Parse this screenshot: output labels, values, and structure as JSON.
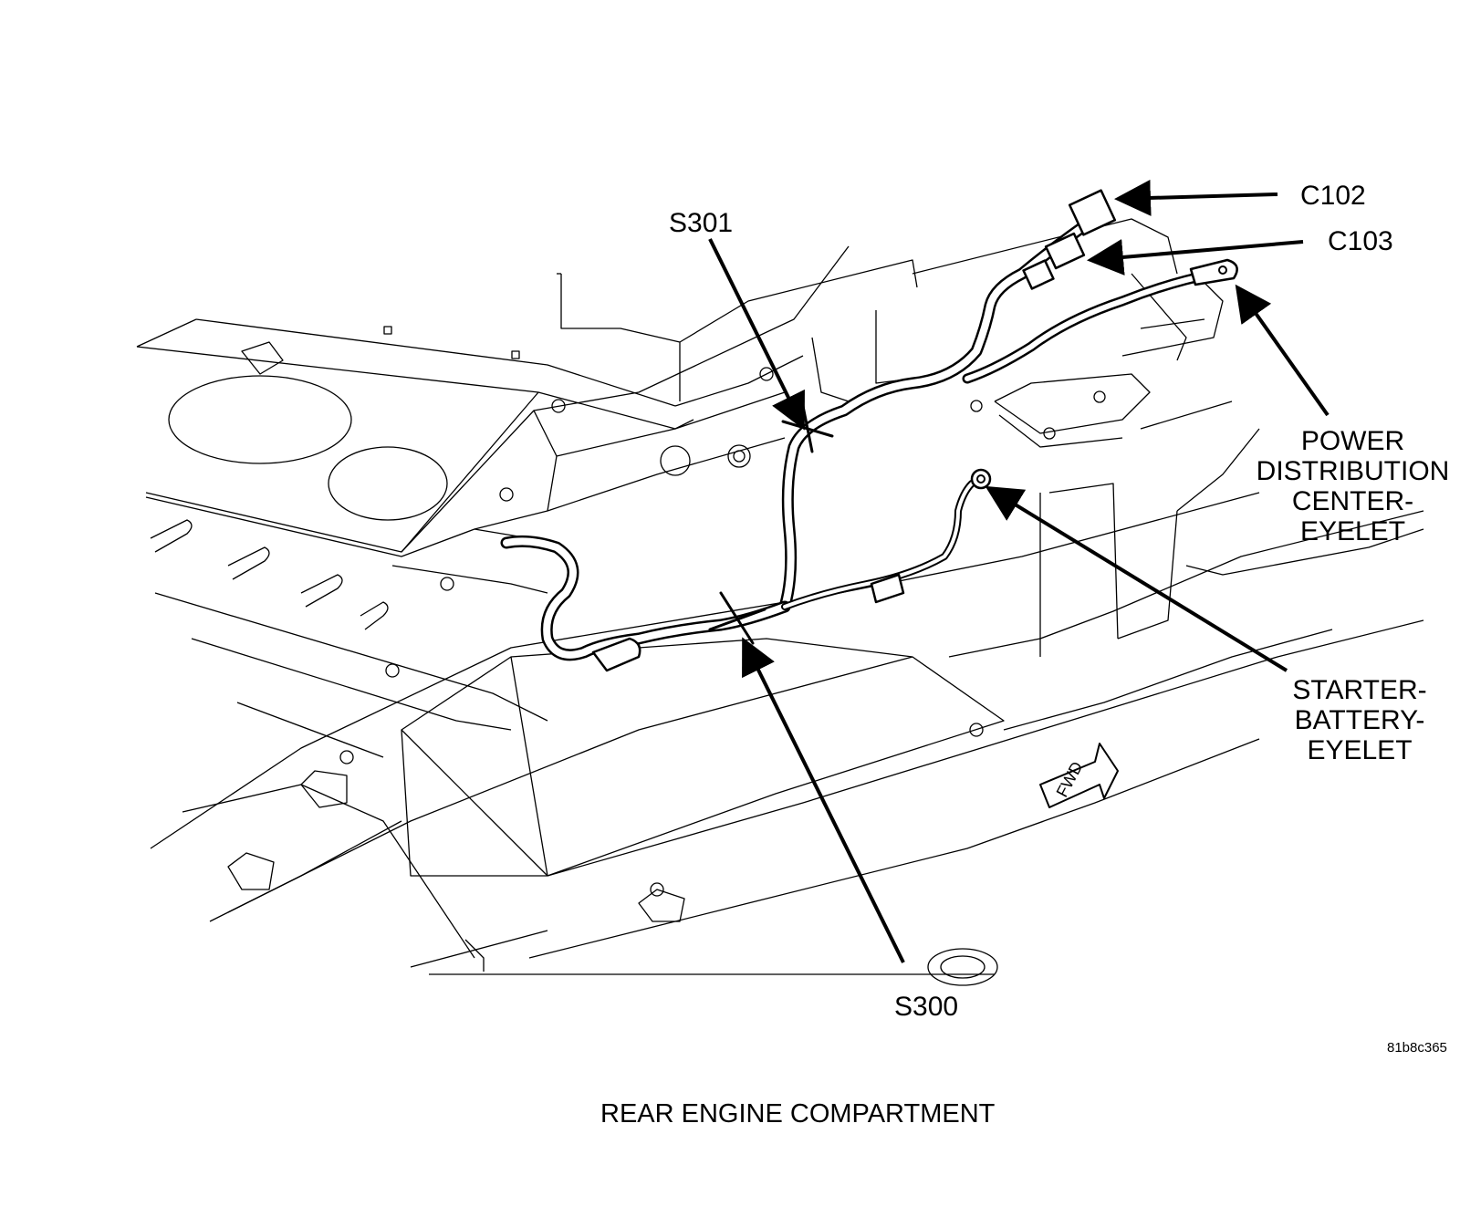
{
  "labels": {
    "s301": "S301",
    "c102": "C102",
    "c103": "C103",
    "pdc_eyelet": [
      "POWER",
      "DISTRIBUTION",
      "CENTER-",
      "EYELET"
    ],
    "starter_battery_eyelet": [
      "STARTER-",
      "BATTERY-",
      "EYELET"
    ],
    "s300": "S300",
    "fwd": "FWD"
  },
  "figure_id": "81b8c365",
  "caption": "REAR ENGINE COMPARTMENT"
}
